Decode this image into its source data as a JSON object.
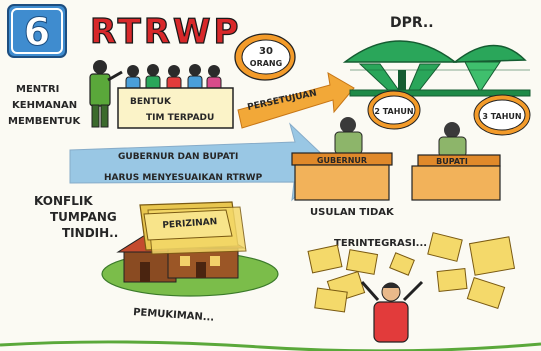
{
  "page": {
    "number": "6",
    "title": "RTRWP"
  },
  "minister_scene": {
    "caption_lines": [
      "MENTRI",
      "KEHMANAN",
      "MEMBENTUK"
    ],
    "team_board_lines": [
      "BENTUK",
      "TIM TERPADU"
    ],
    "team_size_bubble_lines": [
      "30",
      "ORANG"
    ]
  },
  "approval": {
    "arrow_label": "PERSETUJUAN",
    "parliament_label": "DPR.."
  },
  "officials": {
    "governor_time_bubble": "2 TAHUN",
    "regent_time_bubble": "3 TAHUN",
    "governor_desk_label": "GUBERNUR",
    "regent_desk_label": "BUPATI",
    "instruction_lines": [
      "GUBERNUR DAN BUPATI",
      "HARUS MENYESUAIKAN RTRWP"
    ]
  },
  "conflict": {
    "caption_lines": [
      "KONFLIK",
      "TUMPANG",
      "TINDIH.."
    ],
    "permit_label": "PERIZINAN",
    "settlement_label": "PEMUKIMAN..."
  },
  "proposals": {
    "caption_lines": [
      "USULAN TIDAK",
      "TERINTEGRASI..."
    ]
  },
  "colors": {
    "badge_blue": "#3f8ccf",
    "title_red": "#d8282a",
    "arrow_orange": "#f2a838",
    "bubble_orange": "#f39b2a",
    "arrow_blue": "#4a9fd9",
    "building_green": "#2aa65a",
    "desk_orange": "#e0892a",
    "paper_yellow": "#f4d96a"
  }
}
